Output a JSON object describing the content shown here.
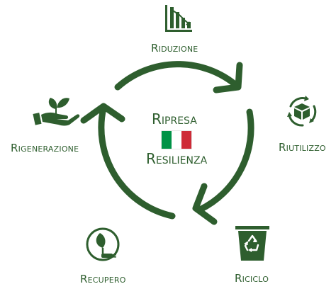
{
  "center": {
    "top": "Ripresa",
    "bottom": "Resilienza",
    "flag_colors": [
      "#009246",
      "#ffffff",
      "#ce2b37"
    ]
  },
  "steps": [
    {
      "id": "riduzione",
      "label": "Riduzione",
      "icon": "bar-chart-decrease-icon"
    },
    {
      "id": "riutilizzo",
      "label": "Riutilizzo",
      "icon": "box-recycle-arrows-icon"
    },
    {
      "id": "riciclo",
      "label": "Riciclo",
      "icon": "recycle-bin-icon"
    },
    {
      "id": "recupero",
      "label": "Recupero",
      "icon": "leaf-plug-icon"
    },
    {
      "id": "rigenerazione",
      "label": "Rigenerazione",
      "icon": "hand-sprout-icon"
    }
  ],
  "colors": {
    "primary": "#2e5e2e",
    "background": "#ffffff"
  }
}
